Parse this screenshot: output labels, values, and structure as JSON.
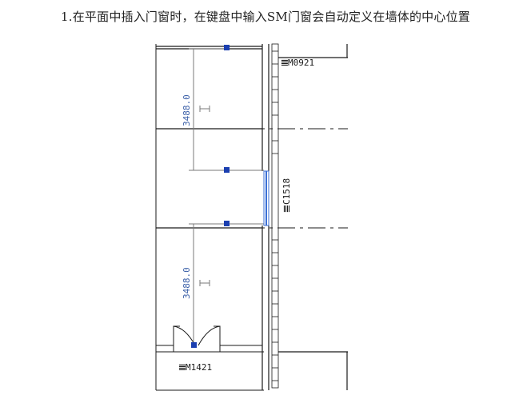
{
  "caption": "1.在平面中插入门窗时，在键盘中输入SM门窗会自动定义在墙体的中心位置",
  "drawing": {
    "dimensions": [
      {
        "value": "3488.0"
      },
      {
        "value": "3488.0"
      }
    ],
    "tags": [
      {
        "label": "M0921",
        "glyph": "𝌆"
      },
      {
        "label": "C1518",
        "glyph": "𝌆"
      },
      {
        "label": "M1421",
        "glyph": "𝌆"
      }
    ],
    "colors": {
      "line": "#1a1a1a",
      "dimension": "#7a7a7a",
      "dimension_text": "#3a5fa8",
      "grip": "#1b3fb0",
      "window_highlight": "#3b6fd6"
    }
  }
}
